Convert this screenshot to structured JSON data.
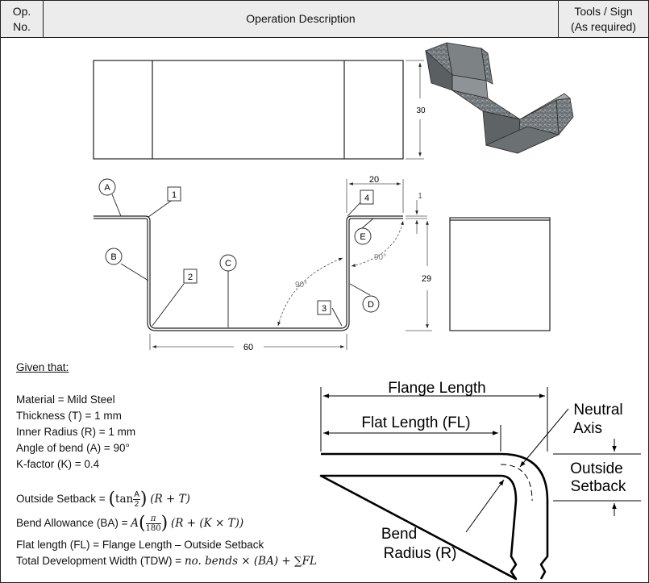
{
  "header": {
    "op_no_line1": "Op.",
    "op_no_line2": "No.",
    "description": "Operation Description",
    "tools_line1": "Tools / Sign",
    "tools_line2": "(As required)"
  },
  "drawing": {
    "dim_30": "30",
    "dim_20": "20",
    "dim_1": "1",
    "dim_29": "29",
    "dim_60": "60",
    "angle_90_a": "90°",
    "angle_90_b": "90°",
    "balloon_a": "A",
    "balloon_b": "B",
    "balloon_c": "C",
    "balloon_d": "D",
    "balloon_e": "E",
    "box_1": "1",
    "box_2": "2",
    "box_3": "3",
    "box_4": "4"
  },
  "given": {
    "heading": "Given that:",
    "lines": [
      "Material = Mild Steel",
      "Thickness (T) = 1 mm",
      "Inner Radius (R) = 1 mm",
      "Angle of bend (A) = 90°",
      "K-factor (K) = 0.4"
    ]
  },
  "formulas": {
    "setback_label": "Outside Setback = ",
    "setback_tan": "tan",
    "setback_num": "A",
    "setback_den": "2",
    "setback_rest": "(R + T)",
    "ba_label": "Bend Allowance (BA) = ",
    "ba_a": "A",
    "ba_num": "π",
    "ba_den": "180",
    "ba_rest": "(R + (K × T))",
    "fl": "Flat length (FL) = Flange Length – Outside Setback",
    "tdw_label": "Total Development Width (TDW) = ",
    "tdw_expr": "no. bends × (BA) + ∑FL"
  },
  "diagram": {
    "flange_length": "Flange Length",
    "flat_length": "Flat Length (FL)",
    "neutral_1": "Neutral",
    "neutral_2": "Axis",
    "outside_1": "Outside",
    "outside_2": "Setback",
    "bend_1": "Bend",
    "bend_2": "Radius (R)"
  }
}
